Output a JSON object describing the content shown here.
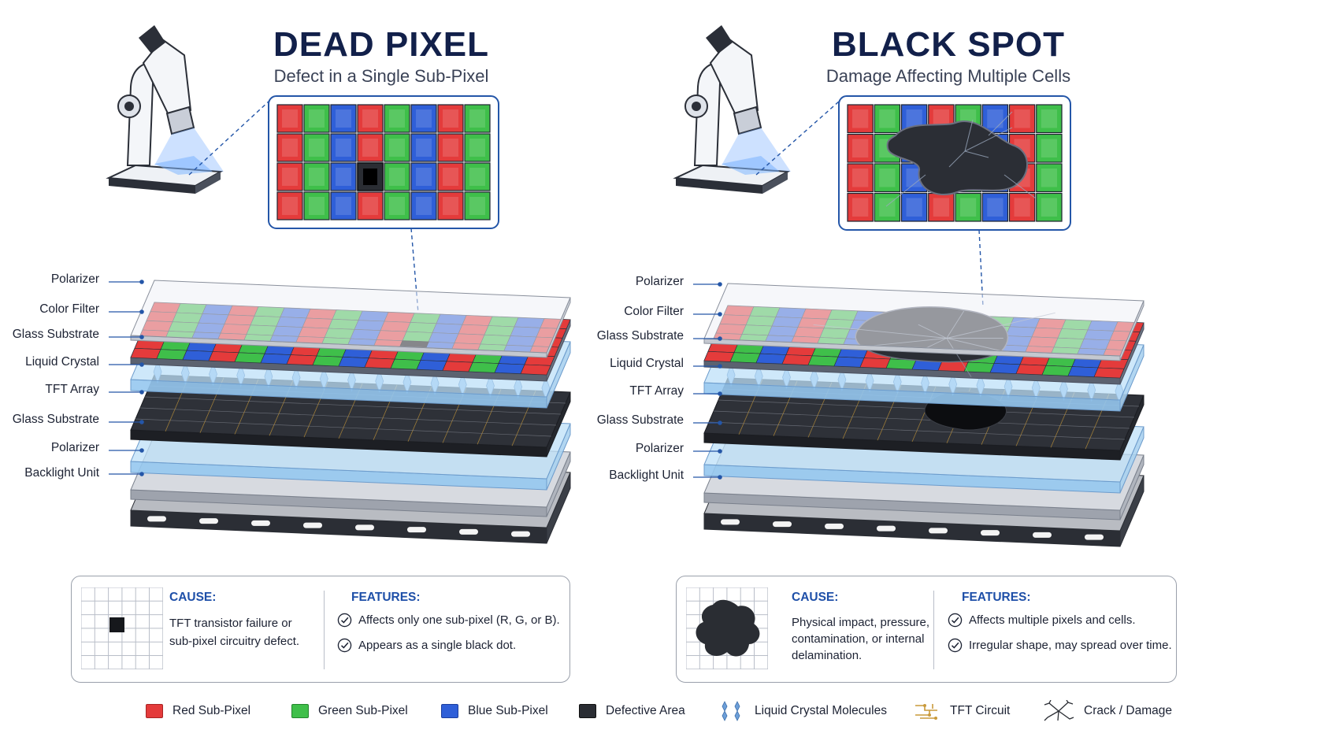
{
  "dead_pixel": {
    "title": "DEAD PIXEL",
    "subtitle": "Defect in a Single Sub-Pixel",
    "layers": [
      "Polarizer",
      "Color Filter",
      "Glass Substrate",
      "Liquid Crystal",
      "TFT Array",
      "Glass Substrate",
      "Polarizer",
      "Backlight Unit"
    ],
    "cause_heading": "CAUSE:",
    "cause_lines": [
      "TFT transistor failure or",
      "sub-pixel circuitry defect."
    ],
    "features_heading": "FEATURES:",
    "features": [
      "Affects only one sub-pixel (R, G, or B).",
      "Appears as a single black dot."
    ]
  },
  "black_spot": {
    "title": "BLACK SPOT",
    "subtitle": "Damage Affecting Multiple Cells",
    "layers": [
      "Polarizer",
      "Color Filter",
      "Glass Substrate",
      "Liquid Crystal",
      "TFT Array",
      "Glass Substrate",
      "Polarizer",
      "Backlight Unit"
    ],
    "cause_heading": "CAUSE:",
    "cause_lines": [
      "Physical impact, pressure,",
      "contamination, or internal",
      "delamination."
    ],
    "features_heading": "FEATURES:",
    "features": [
      "Affects multiple pixels and cells.",
      "Irregular shape, may spread over time."
    ]
  },
  "legend": [
    {
      "label": "Red Sub-Pixel",
      "icon": "red-swatch"
    },
    {
      "label": "Green Sub-Pixel",
      "icon": "green-swatch"
    },
    {
      "label": "Blue Sub-Pixel",
      "icon": "blue-swatch"
    },
    {
      "label": "Defective Area",
      "icon": "dark-swatch"
    },
    {
      "label": "Liquid Crystal Molecules",
      "icon": "lc-molecules-icon"
    },
    {
      "label": "TFT Circuit",
      "icon": "tft-circuit-icon"
    },
    {
      "label": "Crack / Damage",
      "icon": "crack-icon"
    }
  ],
  "colors": {
    "red": "#e43b3b",
    "green": "#3fbf4a",
    "blue": "#2f5fd8",
    "defect": "#2a2d33",
    "accent": "#1e4fa8",
    "title": "#12204a"
  }
}
